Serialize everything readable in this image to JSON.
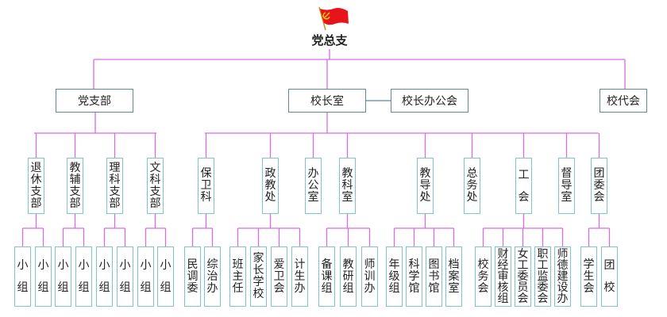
{
  "root": {
    "label": "党总支",
    "icon": "party-flag-icon"
  },
  "top": [
    {
      "label": "党支部"
    },
    {
      "label": "校长室"
    },
    {
      "label": "校长办公会"
    },
    {
      "label": "校代会"
    }
  ],
  "departments": [
    {
      "label": "退休支部",
      "children": [
        "小组",
        "小组"
      ]
    },
    {
      "label": "教辅支部",
      "children": [
        "小组",
        "小组"
      ]
    },
    {
      "label": "理科支部",
      "children": [
        "小组",
        "小组"
      ]
    },
    {
      "label": "文科支部",
      "children": [
        "小组",
        "小组"
      ]
    },
    {
      "label": "保卫科",
      "children": [
        "民调委",
        "综治办"
      ]
    },
    {
      "label": "政教处",
      "children": [
        "班主任",
        "家长学校",
        "爱卫会",
        "计生办"
      ]
    },
    {
      "label": "办公室",
      "children": []
    },
    {
      "label": "教科室",
      "children": [
        "备课组",
        "教研组",
        "师训办"
      ]
    },
    {
      "label": "教导处",
      "children": [
        "年级组",
        "科学馆",
        "图书馆",
        "档案室"
      ]
    },
    {
      "label": "总务处",
      "children": []
    },
    {
      "label": "工会",
      "children": [
        "校务会",
        "财经审核组",
        "女工委员会",
        "职工监委会",
        "师德建设办"
      ]
    },
    {
      "label": "督导室",
      "children": []
    },
    {
      "label": "团委会",
      "children": [
        "学生会",
        "团校"
      ]
    }
  ],
  "colors": {
    "line": "#d56ee0",
    "box_border": "#7cc6c6",
    "top_border": "#5e8c8c",
    "flag": "#e8141c"
  }
}
